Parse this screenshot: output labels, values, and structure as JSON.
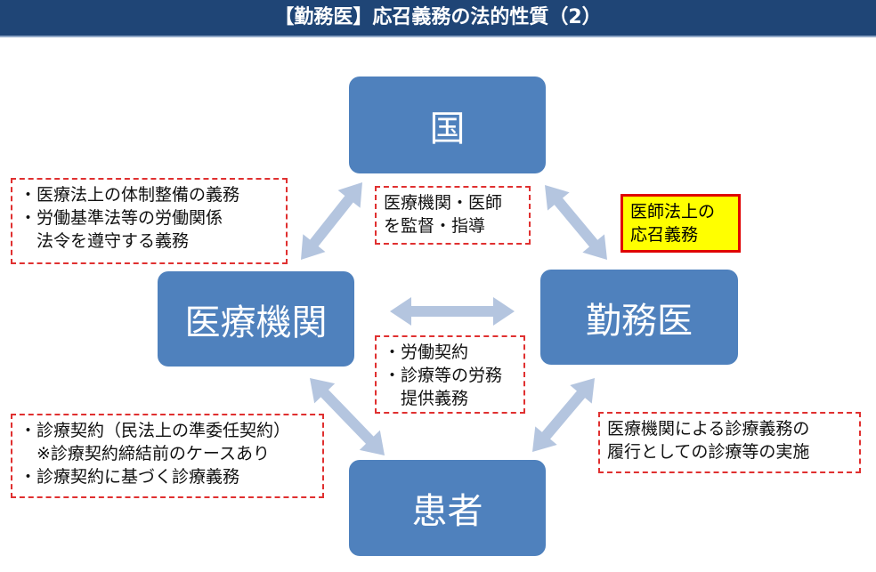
{
  "header": {
    "title": "【勤務医】応召義務の法的性質（2）"
  },
  "nodes": {
    "state": "国",
    "institution": "医療機関",
    "doctor": "勤務医",
    "patient": "患者"
  },
  "notes": {
    "left_top": [
      "・医療法上の体制整備の義務",
      "・労働基準法等の労働関係",
      "　法令を遵守する義務"
    ],
    "center_top": [
      "医療機関・医師",
      "を監督・指導"
    ],
    "yellow": [
      "医師法上の",
      "応召義務"
    ],
    "center": [
      "・労働契約",
      "・診療等の労務",
      "　提供義務"
    ],
    "left_bottom": [
      "・診療契約（民法上の準委任契約）",
      "　※診療契約締結前のケースあり",
      "・診療契約に基づく診療義務"
    ],
    "right_bottom": [
      "医療機関による診療義務の",
      "履行としての診療等の実施"
    ]
  },
  "colors": {
    "header": "#1f4576",
    "node": "#4f81bd",
    "arrow": "#b4c5df",
    "dash": "#e03030",
    "highlight": "#ffff00"
  }
}
